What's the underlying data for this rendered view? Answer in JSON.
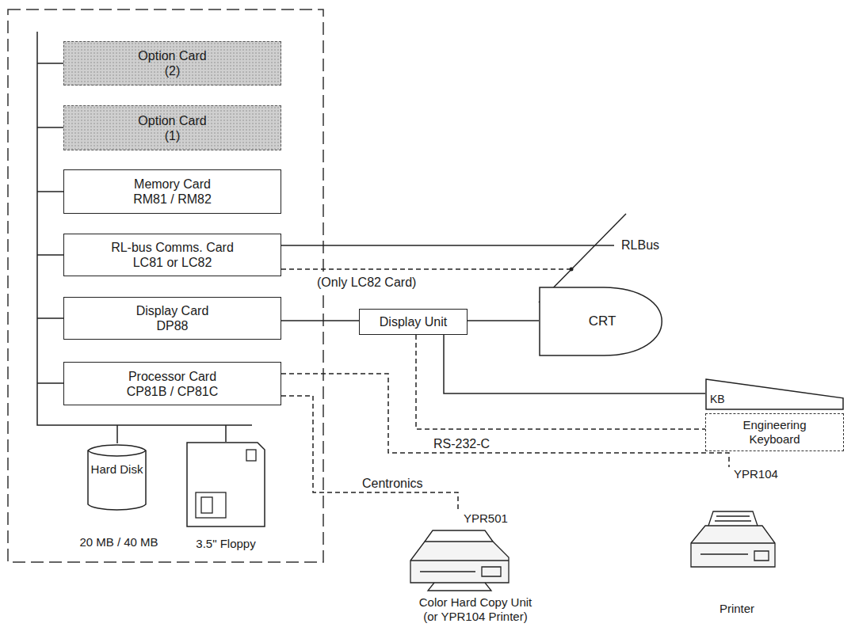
{
  "diagram": {
    "nodes": [
      {
        "text": [
          "Option Card (2)"
        ]
      },
      {
        "text": [
          "Option Card (1)"
        ]
      },
      {
        "text": [
          "Memory Card RM81 / RM82"
        ]
      },
      {
        "text": [
          "RL-bus Comms. Card LC81 or LC82"
        ]
      },
      {
        "text": [
          "Display Card DP88"
        ]
      },
      {
        "text": [
          "Processor Card CP81B / CP81C"
        ]
      },
      {
        "text": [
          "Hard Disk",
          "20 MB / 40 MB"
        ]
      },
      {
        "text": [
          "3.5\" Floppy"
        ]
      },
      {
        "text": [
          "Display Unit"
        ]
      },
      {
        "text": [
          "CRT"
        ]
      },
      {
        "text": [
          "KB"
        ]
      },
      {
        "text": [
          "Engineering Keyboard"
        ]
      },
      {
        "text": [
          "YPR501",
          "Color Hard Copy Unit (or YPR104 Printer)"
        ]
      },
      {
        "text": [
          "YPR104",
          "Printer"
        ]
      }
    ],
    "edges": [
      {
        "from": 4,
        "to": 8,
        "arrow": "none"
      },
      {
        "from": 8,
        "to": 9,
        "arrow": "none"
      },
      {
        "from": 8,
        "to": 10,
        "arrow": "none"
      },
      {
        "from": 8,
        "to": 11,
        "arrow": "none"
      },
      {
        "from": 5,
        "to": 13,
        "label": "RS-232-C",
        "arrow": "none"
      },
      {
        "from": 5,
        "to": 12,
        "label": "Centronics",
        "arrow": "none"
      }
    ],
    "labels": [
      "(Only LC82 Card)",
      "RLBus"
    ]
  }
}
